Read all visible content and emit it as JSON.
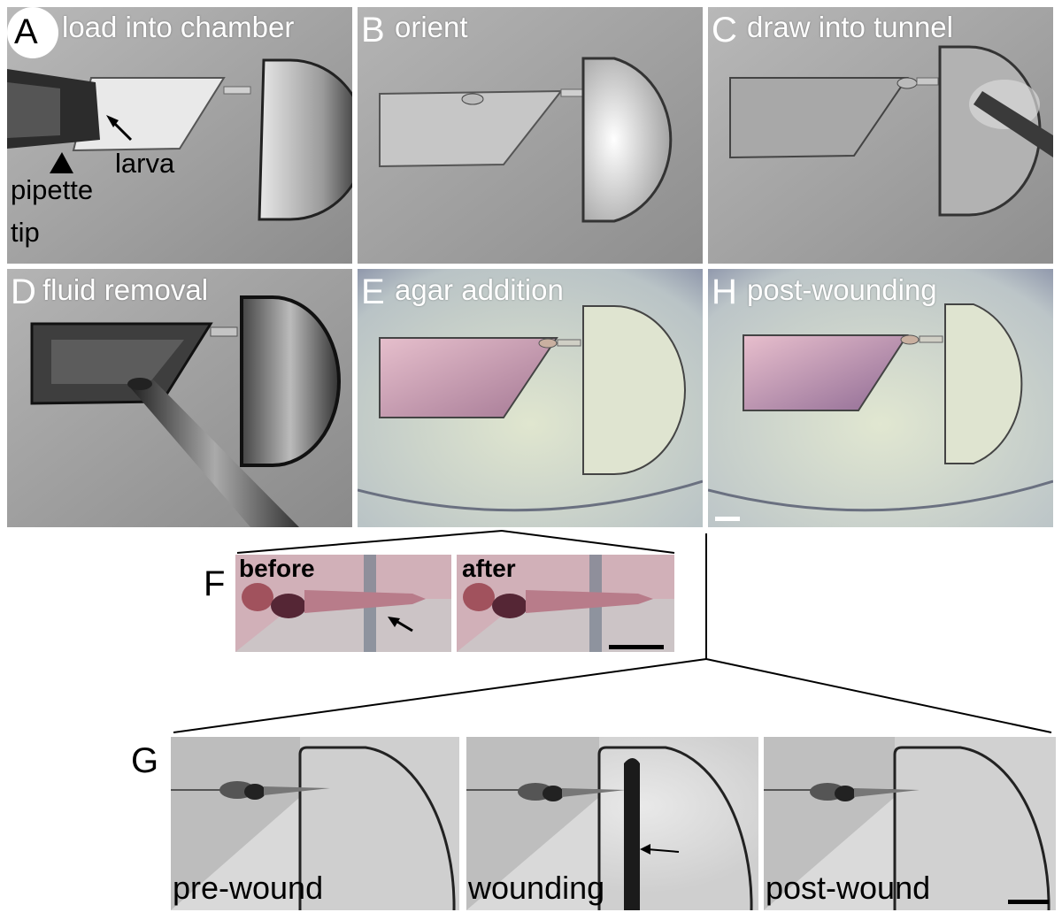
{
  "figure": {
    "panel_A": {
      "letter": "A",
      "title": "load into chamber",
      "annotations": {
        "pipette_line1": "pipette",
        "pipette_line2": "tip",
        "larva": "larva"
      }
    },
    "panel_B": {
      "letter": "B",
      "title": "orient"
    },
    "panel_C": {
      "letter": "C",
      "title": "draw into tunnel"
    },
    "panel_D": {
      "letter": "D",
      "title": "fluid removal"
    },
    "panel_E": {
      "letter": "E",
      "title": "agar addition"
    },
    "panel_H": {
      "letter": "H",
      "title": "post-wounding"
    },
    "panel_F": {
      "letter": "F",
      "before": "before",
      "after": "after"
    },
    "panel_G": {
      "letter": "G",
      "sub": [
        "pre-wound",
        "wounding",
        "post-wound"
      ]
    }
  },
  "colors": {
    "gray_bg": "#a9a9a9",
    "agar_bg": "#c9d3d2",
    "pink": "#c996a8",
    "dark": "#1a1a1a"
  }
}
